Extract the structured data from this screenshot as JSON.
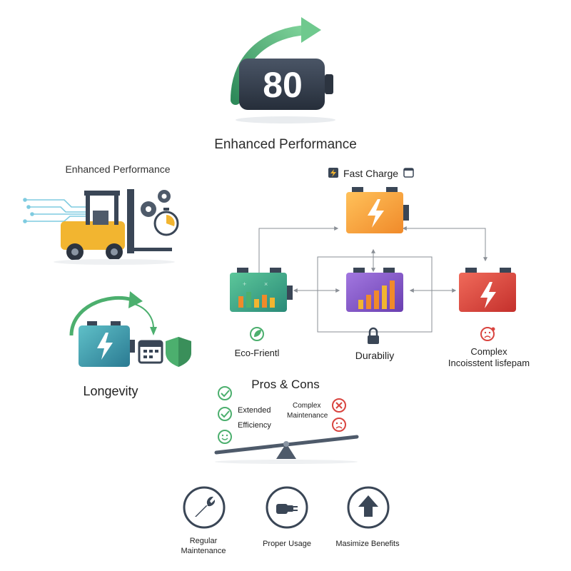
{
  "hero": {
    "battery_value": "80",
    "title": "Enhanced Performance"
  },
  "left": {
    "performance_label": "Enhanced Performance",
    "longevity_label": "Longevity"
  },
  "network": {
    "top": {
      "label": "Fast Charge",
      "color": "#f4a23a"
    },
    "center": {
      "label": "Durabiliy",
      "color": "#8a55c9"
    },
    "left": {
      "label": "Eco-Frientl",
      "color": "#3aa88a"
    },
    "right": {
      "line1": "Complex",
      "line2": "Incoisstent lisfepam",
      "color": "#d9443f"
    }
  },
  "pros_cons": {
    "title": "Pros & Cons",
    "pro_line1": "Extended",
    "pro_line2": "Efficiency",
    "con_line1": "Complex",
    "con_line2": "Maintenance"
  },
  "actions": [
    {
      "label_line1": "Regular",
      "label_line2": "Maintenance",
      "icon": "wrench-icon"
    },
    {
      "label_line1": "Proper Usage",
      "label_line2": "",
      "icon": "plug-hand-icon"
    },
    {
      "label_line1": "Masimize Benefits",
      "label_line2": "",
      "icon": "arrow-up-icon"
    }
  ],
  "colors": {
    "green_accent": "#4caf6e",
    "dark_slate": "#3a4656",
    "teal": "#3a95a8"
  }
}
